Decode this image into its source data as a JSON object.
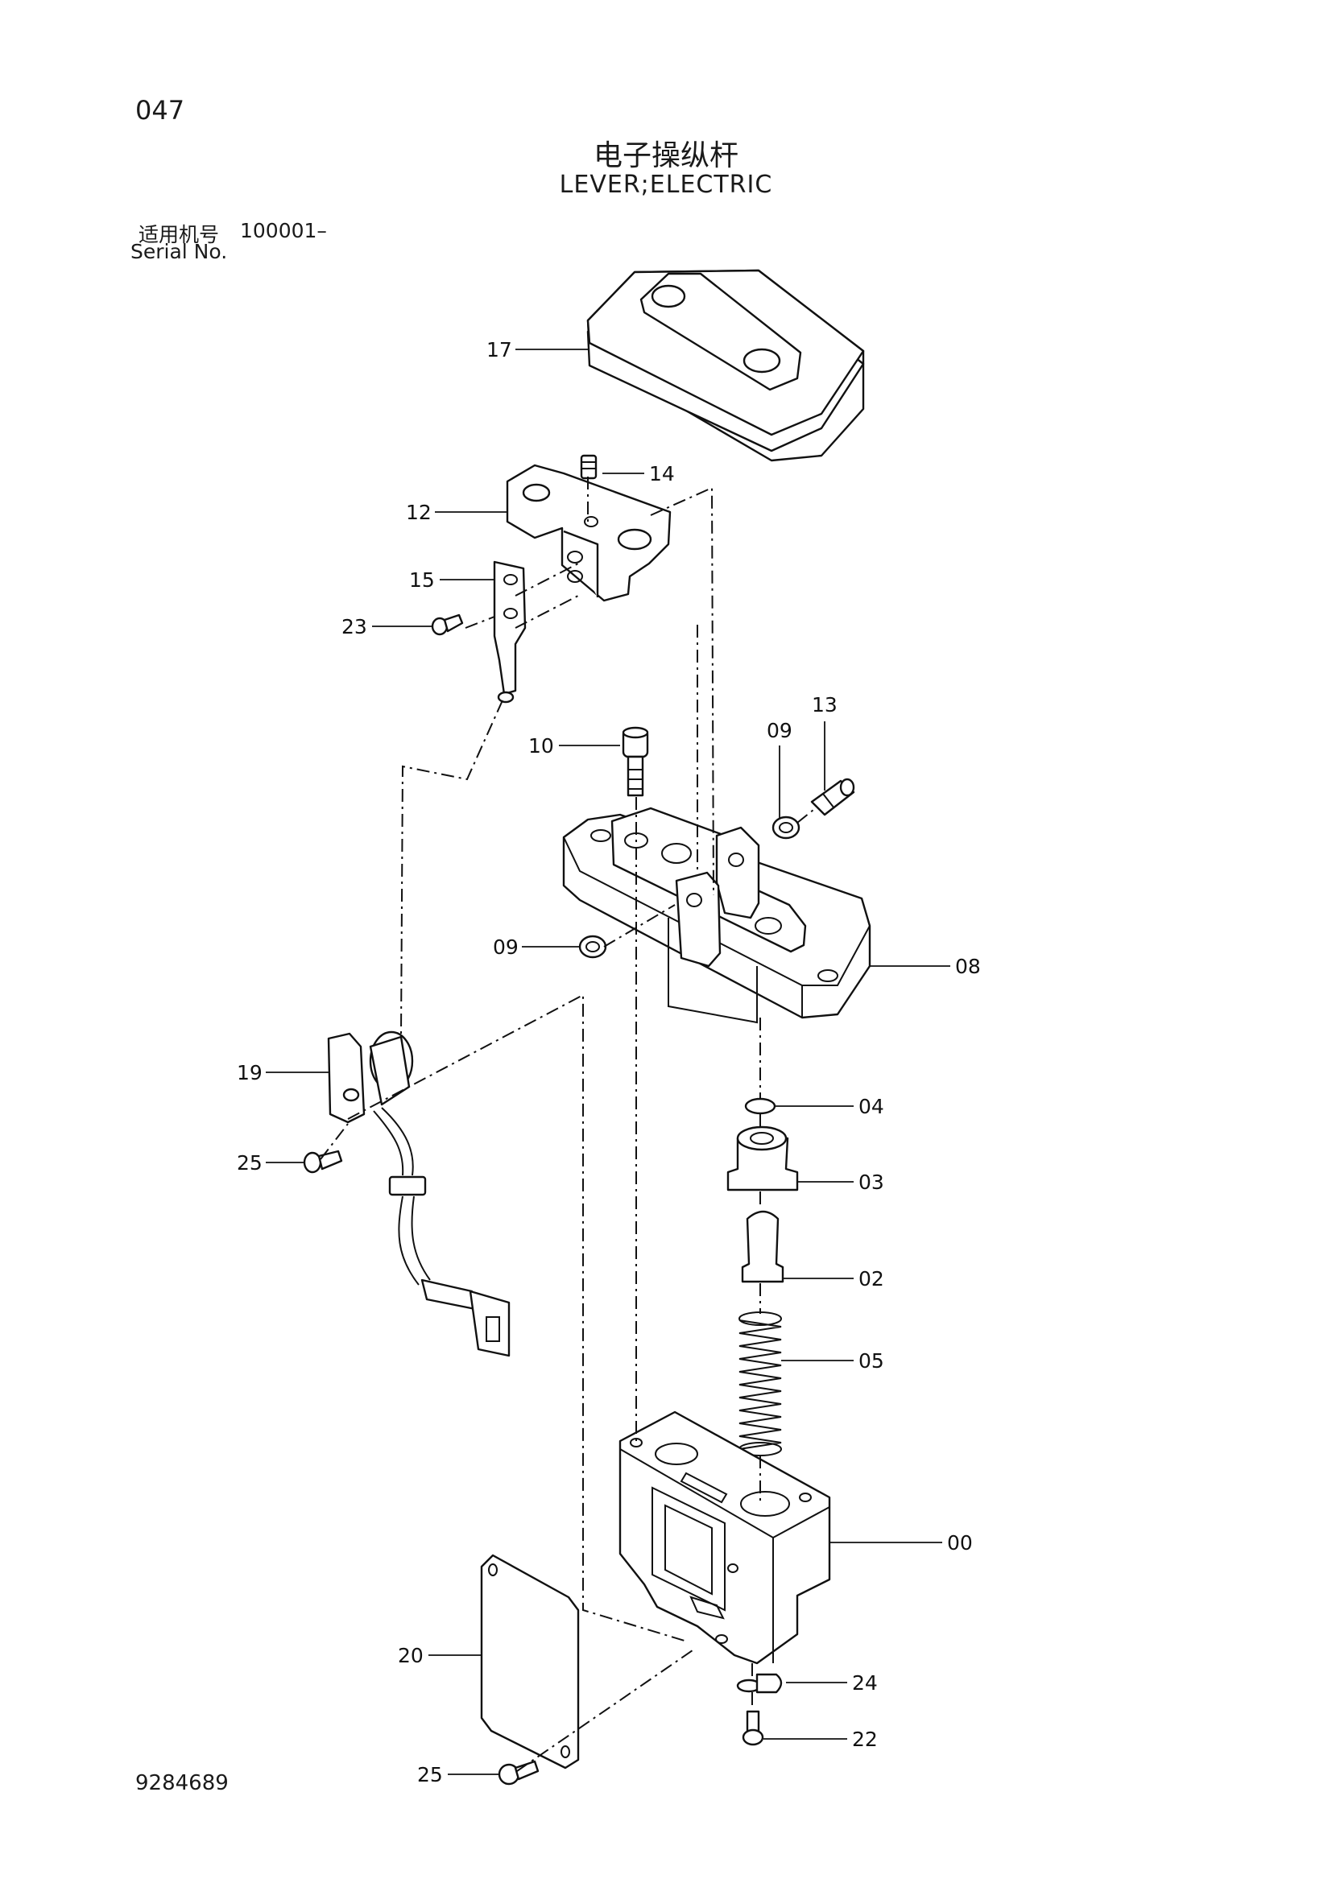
{
  "header": {
    "page_no": "047",
    "title_cn": "电子操纵杆",
    "title_en": "LEVER;ELECTRIC",
    "serial_label_cn": "适用机号",
    "serial_value": "100001–",
    "serial_label_en": "Serial No."
  },
  "footer": {
    "drawing_no": "9284689"
  },
  "parts": [
    {
      "id": "p17",
      "label": "17"
    },
    {
      "id": "p14",
      "label": "14"
    },
    {
      "id": "p12",
      "label": "12"
    },
    {
      "id": "p15",
      "label": "15"
    },
    {
      "id": "p23",
      "label": "23"
    },
    {
      "id": "p13",
      "label": "13"
    },
    {
      "id": "p09a",
      "label": "09"
    },
    {
      "id": "p10",
      "label": "10"
    },
    {
      "id": "p09b",
      "label": "09"
    },
    {
      "id": "p08",
      "label": "08"
    },
    {
      "id": "p19",
      "label": "19"
    },
    {
      "id": "p04",
      "label": "04"
    },
    {
      "id": "p25a",
      "label": "25"
    },
    {
      "id": "p03",
      "label": "03"
    },
    {
      "id": "p02",
      "label": "02"
    },
    {
      "id": "p05",
      "label": "05"
    },
    {
      "id": "p00",
      "label": "00"
    },
    {
      "id": "p20",
      "label": "20"
    },
    {
      "id": "p24",
      "label": "24"
    },
    {
      "id": "p22",
      "label": "22"
    },
    {
      "id": "p25b",
      "label": "25"
    }
  ]
}
